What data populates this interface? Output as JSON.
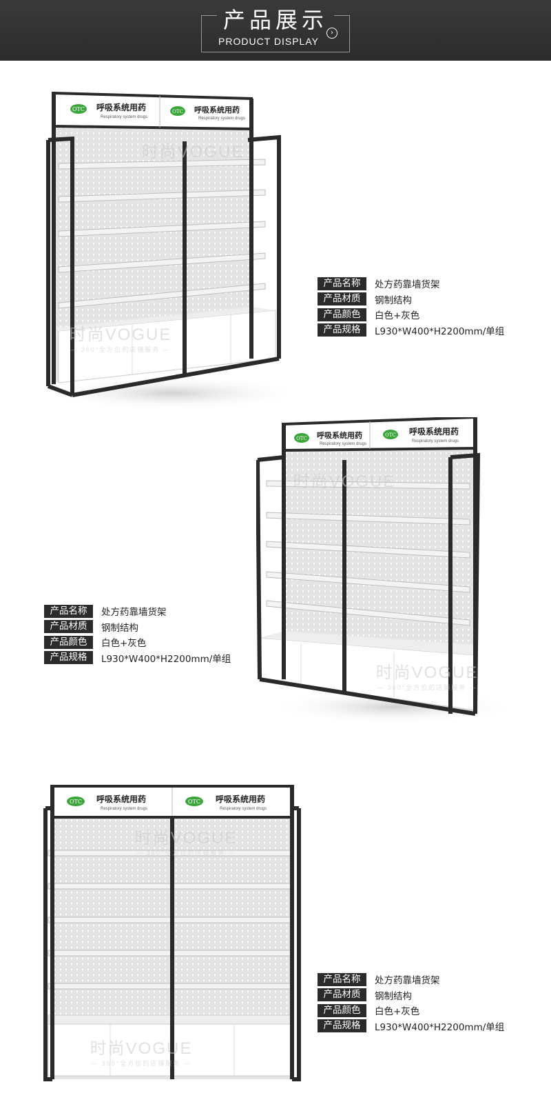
{
  "header": {
    "title_cn": "产品展示",
    "title_en": "PRODUCT  DISPLAY",
    "arrow": "›"
  },
  "sign": {
    "badge": "OTC",
    "title": "呼吸系统用药",
    "subtitle": "Respiratory system drugs"
  },
  "watermark": {
    "main": "时尚VOGUE",
    "sub": "— 360°全方位的店铺服务 —"
  },
  "spec_labels": [
    "产品名称",
    "产品材质",
    "产品颜色",
    "产品规格"
  ],
  "products": [
    {
      "values": [
        "处方药靠墙货架",
        "钢制结构",
        "白色+灰色",
        "L930*W400*H2200mm/单组"
      ]
    },
    {
      "values": [
        "处方药靠墙货架",
        "钢制结构",
        "白色+灰色",
        "L930*W400*H2200mm/单组"
      ]
    },
    {
      "values": [
        "处方药靠墙货架",
        "钢制结构",
        "白色+灰色",
        "L930*W400*H2200mm/单组"
      ]
    }
  ],
  "colors": {
    "header_bg": "#2f2f2f",
    "frame": "#2a2a2a",
    "panel": "#e6e6e6",
    "label_bg": "#2b2b2b",
    "badge": "#3aa63a"
  }
}
